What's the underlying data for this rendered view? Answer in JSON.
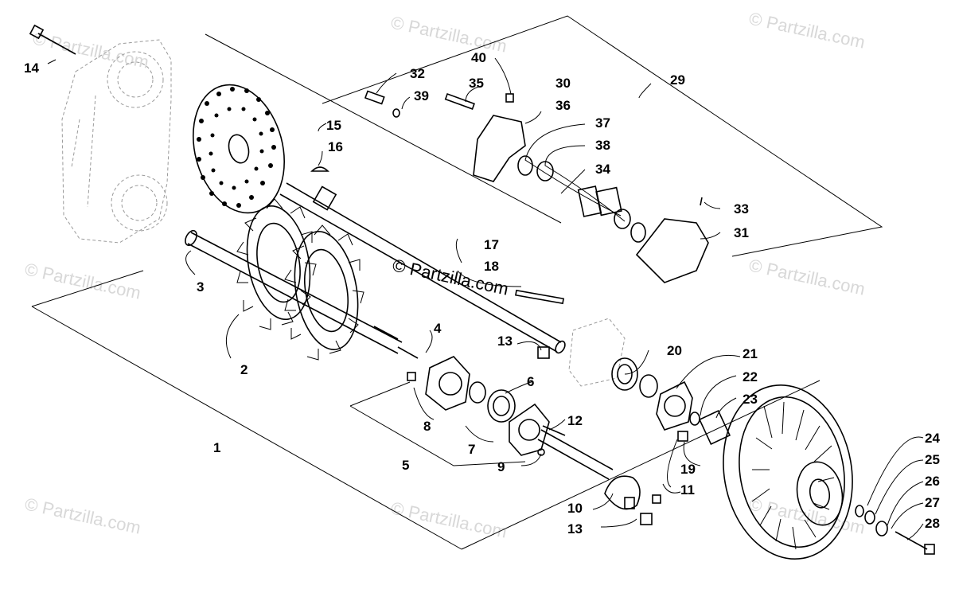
{
  "watermarks": {
    "text": "© Partzilla.com",
    "center_text": "© Partzilla.com"
  },
  "callouts": {
    "c1": "1",
    "c2": "2",
    "c3": "3",
    "c4": "4",
    "c5": "5",
    "c6": "6",
    "c7": "7",
    "c8": "8",
    "c9": "9",
    "c10": "10",
    "c11": "11",
    "c12": "12",
    "c13a": "13",
    "c13b": "13",
    "c14": "14",
    "c15": "15",
    "c16": "16",
    "c17": "17",
    "c18": "18",
    "c19": "19",
    "c20": "20",
    "c21": "21",
    "c22": "22",
    "c23": "23",
    "c24": "24",
    "c25": "25",
    "c26": "26",
    "c27": "27",
    "c28": "28",
    "c29": "29",
    "c30": "30",
    "c31": "31",
    "c32": "32",
    "c33": "33",
    "c34": "34",
    "c35": "35",
    "c36": "36",
    "c37": "37",
    "c38": "38",
    "c39": "39",
    "c40": "40"
  }
}
